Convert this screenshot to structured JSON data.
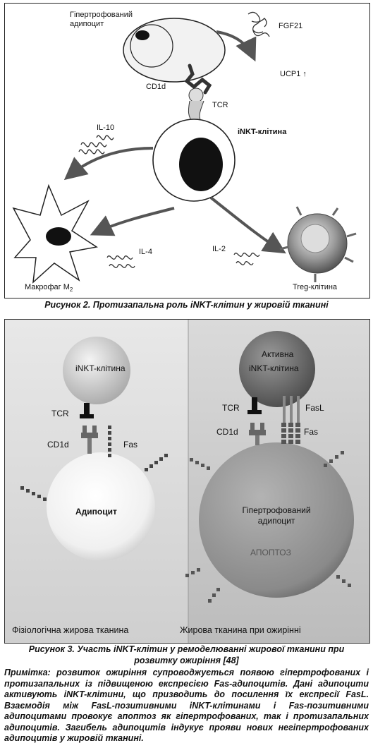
{
  "figure2": {
    "labels": {
      "adipocyte": "Гіпертрофований\nадипоцит",
      "fgf21": "FGF21",
      "ucp1": "UCP1 ↑",
      "cd1d": "CD1d",
      "tcr": "TCR",
      "il10": "IL-10",
      "inkt": "iNKT-клітина",
      "il4": "IL-4",
      "il2": "IL-2",
      "macrophage": "Макрофаг M",
      "macrophage_sub": "2",
      "treg": "Treg-клітина"
    },
    "caption": "Рисунок 2. Протизапальна роль iNKT-клітин у жировій тканині"
  },
  "figure3": {
    "left": {
      "inkt": "iNKT-клітина",
      "tcr": "TCR",
      "cd1d": "CD1d",
      "fas": "Fas",
      "adipocyte": "Адипоцит",
      "footer": "Фізіологічна жирова тканина"
    },
    "right": {
      "active": "Активна",
      "inkt": "iNKT-клітина",
      "tcr": "TCR",
      "fasl": "FasL",
      "cd1d": "CD1d",
      "fas": "Fas",
      "adipocyte": "Гіпертрофований\nадипоцит",
      "apoptosis": "АПОПТОЗ",
      "footer": "Жирова тканина при ожирінні"
    },
    "caption_line1": "Рисунок 3. Участь iNKT-клітин у ремоделюванні жирової тканини при",
    "caption_line2": "розвитку ожиріння [48]"
  },
  "note": "Примітка: розвиток ожиріння супроводжується появою гіпертрофованих і протизапальних із підвищеною експресією Fas-адипоцитів. Дані адипоцити активують iNKT-клітини, що призводить до посилення їх експресії FasL. Взаємодія між FasL-позитивними iNKT-клітинами і Fas-позитивними адипоцитами провокує апоптоз як гіпертрофованих, так і протизапальних адипоцитів. Загибель адипоцитів індукує прояви нових негіпертрофованих адипоцитів у жировій тканині."
}
